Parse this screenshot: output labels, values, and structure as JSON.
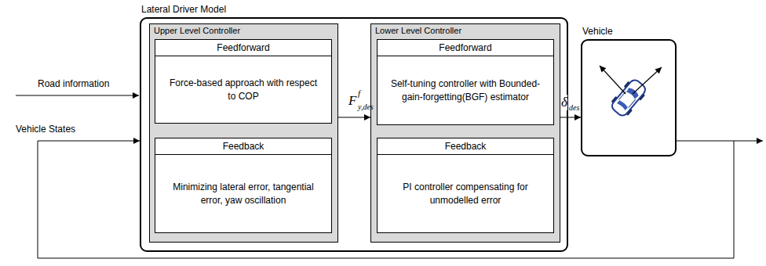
{
  "diagram": {
    "nodes": [
      {
        "text": [
          "Lateral Driver Model"
        ]
      },
      {
        "text": [
          "Upper Level Controller"
        ],
        "in": 0
      },
      {
        "text": [
          "Feedforward",
          "Force-based approach with respect to COP"
        ],
        "in": 1
      },
      {
        "text": [
          "Feedback",
          "Minimizing lateral error, tangential error, yaw oscillation"
        ],
        "in": 1
      },
      {
        "text": [
          "Lower Level Controller"
        ],
        "in": 0
      },
      {
        "text": [
          "Feedforward",
          "Self-tuning controller with Bounded-gain-forgetting(BGF) estimator"
        ],
        "in": 4
      },
      {
        "text": [
          "Feedback",
          "PI controller compensating for unmodelled error"
        ],
        "in": 4
      },
      {
        "text": [
          "Vehicle"
        ]
      }
    ],
    "edges": [
      {
        "from": 1,
        "to": 4,
        "arrow": "to",
        "label": "F"
      },
      {
        "from": 4,
        "to": 7,
        "arrow": "to",
        "label": "δ"
      },
      {
        "from": 7,
        "to": 0,
        "arrow": "to"
      }
    ],
    "labels": [
      "Road information",
      "Vehicle States",
      "f",
      "y,des",
      "des"
    ]
  }
}
